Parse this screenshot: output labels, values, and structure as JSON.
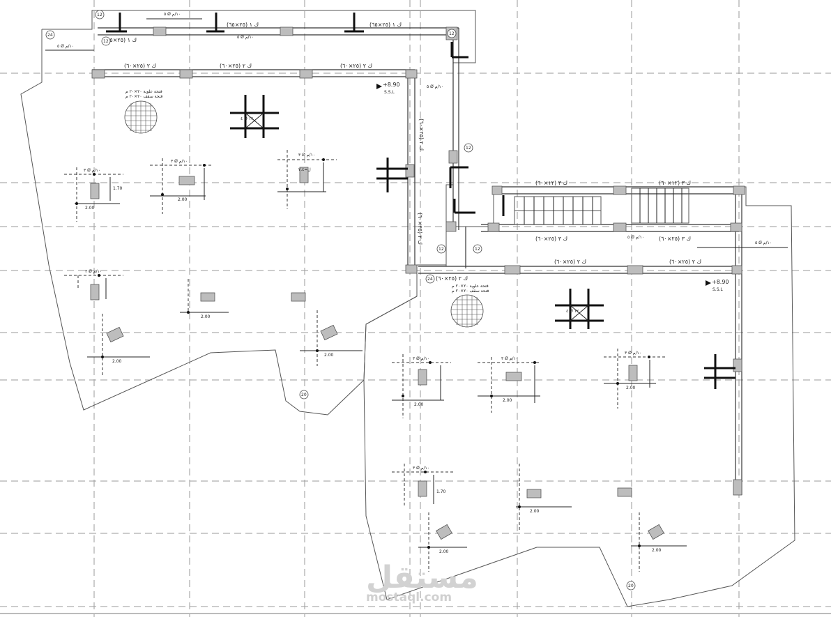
{
  "labels": {
    "beam_top_1": "ك ١ (٢٥×٦٥)",
    "beam_top_2": "ك ١ (٢٥×٦٥)",
    "beam_top_3": "ك ١ (٢٥×٦٥)",
    "beam_row_1": "ك ٢ (٢٥×٦٠)",
    "beam_row_2": "ك ٢ (٢٥×٦٠)",
    "beam_row_3": "ك ٢ (٢٥×٦٠)",
    "beam_right_1": "ك ٢ (٢٥×٦٠)",
    "beam_right_2": "ك ٢ (٢٥×٦٠)",
    "beam_stair_1": "ك ٣ (١٢×٦٠)",
    "beam_stair_2": "ك ٣ (١٢×٦٠)",
    "beam_mid_1": "ك ٣ (٢٥×٦٠)",
    "beam_mid_2": "ك ٣ (٢٥×٦٠)",
    "beam_low_1": "ك ٢ (٢٥×٦٠)",
    "beam_low_2": "ك ٢ (٢٥×٦٠)",
    "beam_low_3": "ك ٢ (٢٥×٦٠)",
    "rebar_1": "٥ Ø ١٠/م",
    "rebar_2": "٣ Ø ١٠/م",
    "rebar_3": "٤ Ø ١٢",
    "level_value": "+8.90",
    "level_ref": "S.S.L",
    "opening_note_1": "فتحة علوية ٢٠×٢٠ م",
    "opening_note_2": "فتحة سقف ٢٠×٢٠ م",
    "slab_dim_1": "2.00",
    "slab_dim_2": "1.70",
    "slab_label": "ل=٢.٤",
    "thickness_12": "12",
    "thickness_24": "24",
    "thickness_20": "20"
  },
  "watermark": {
    "arabic": "مستقل",
    "latin": "mostaql.com"
  },
  "colors": {
    "line": "#333333",
    "grid": "#9a9a9a",
    "column": "#bdbdbd",
    "watermark": "#d2d2d2"
  }
}
